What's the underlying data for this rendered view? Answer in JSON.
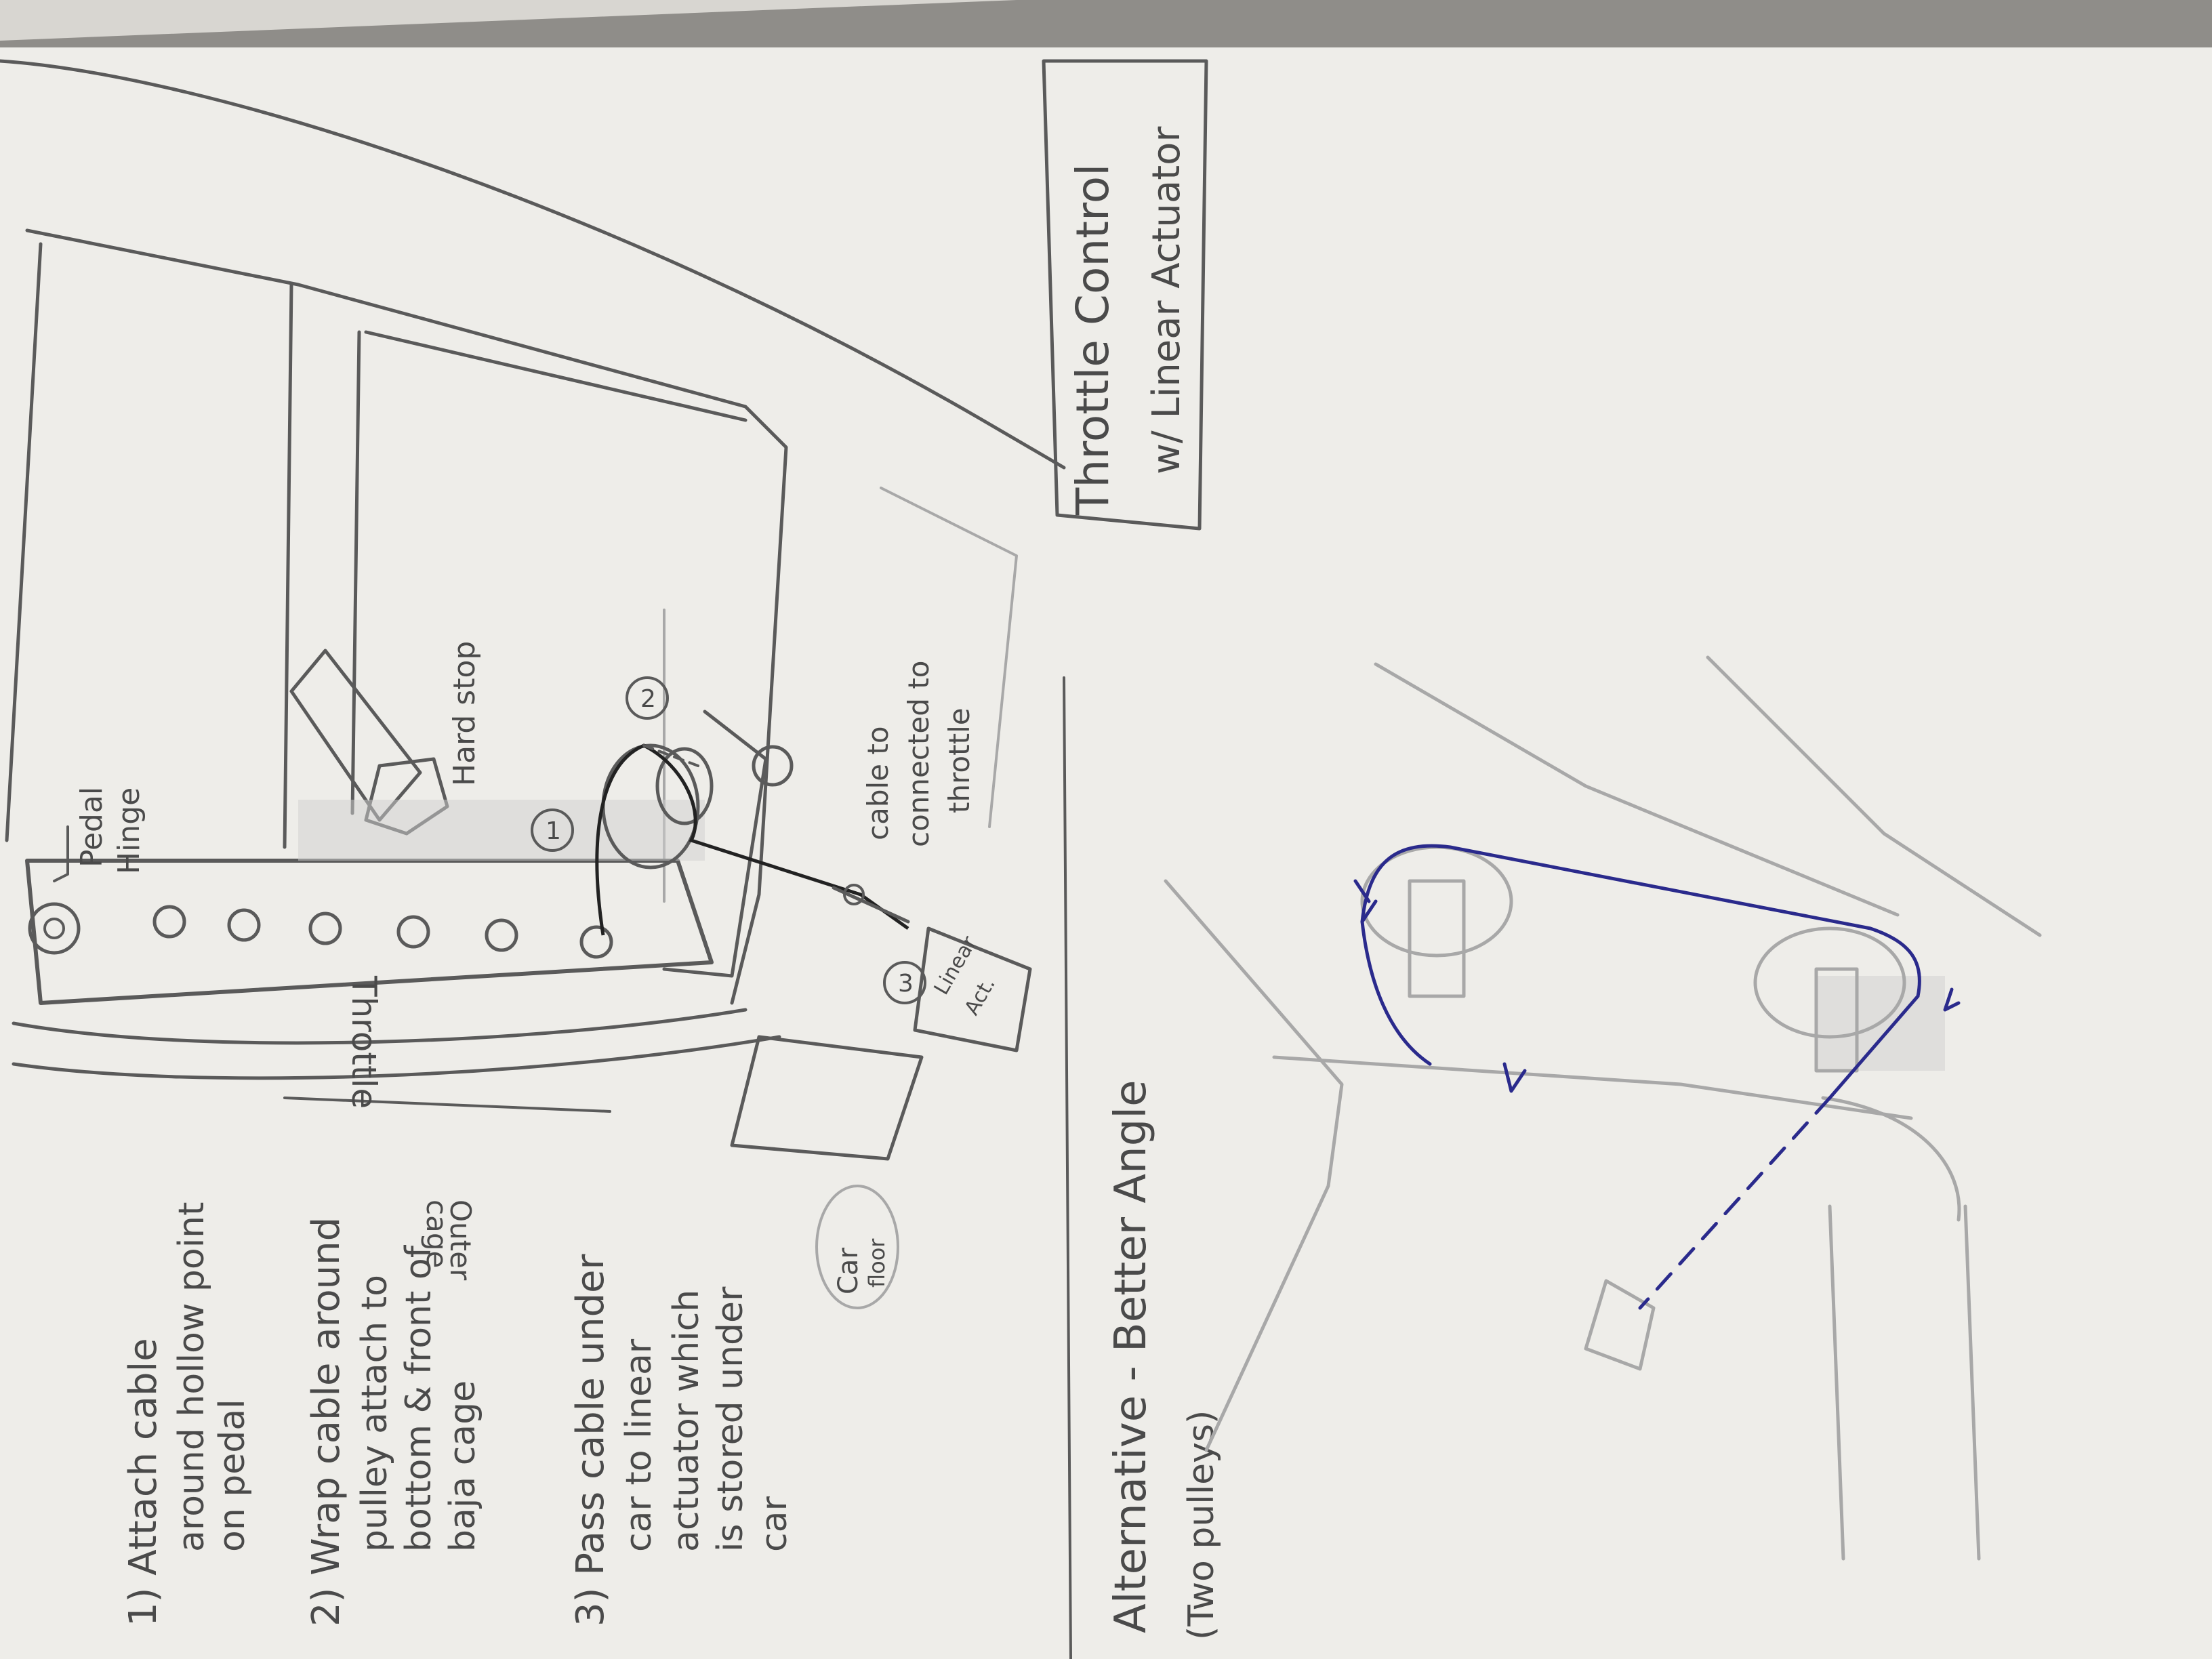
{
  "title": {
    "line1": "Throttle Control",
    "line2": "w/ Linear Actuator"
  },
  "steps": [
    {
      "number": "1)",
      "lines": [
        "Attach cable",
        "around hollow point",
        "on pedal"
      ]
    },
    {
      "number": "2)",
      "lines": [
        "Wrap cable around",
        "pulley attach to",
        "bottom & front of",
        "baja cage"
      ]
    },
    {
      "number": "3)",
      "lines": [
        "Pass cable under",
        "car to linear",
        "actuator which",
        "is stored under",
        "car"
      ]
    }
  ],
  "labels": {
    "pedal_hinge_1": "Pedal",
    "pedal_hinge_2": "Hinge",
    "hard_stop": "Hard stop",
    "throttle": "Throttle",
    "outer_cage_1": "Outer",
    "outer_cage_2": "cage",
    "car_floor_1": "Car",
    "car_floor_2": "floor",
    "cable_1": "cable to",
    "cable_2": "connected to",
    "cable_3": "throttle",
    "linear_act_1": "Linear",
    "linear_act_2": "Act.",
    "marker_1": "1",
    "marker_2": "2",
    "marker_3": "3"
  },
  "alternative": {
    "title": "Alternative - Better Angle",
    "subtitle": "(Two pulleys)"
  },
  "colors": {
    "paper": "#eeede9",
    "pencil": "#5a5a5a",
    "ink": "#2a2a8c",
    "background": "#8f8d89"
  }
}
